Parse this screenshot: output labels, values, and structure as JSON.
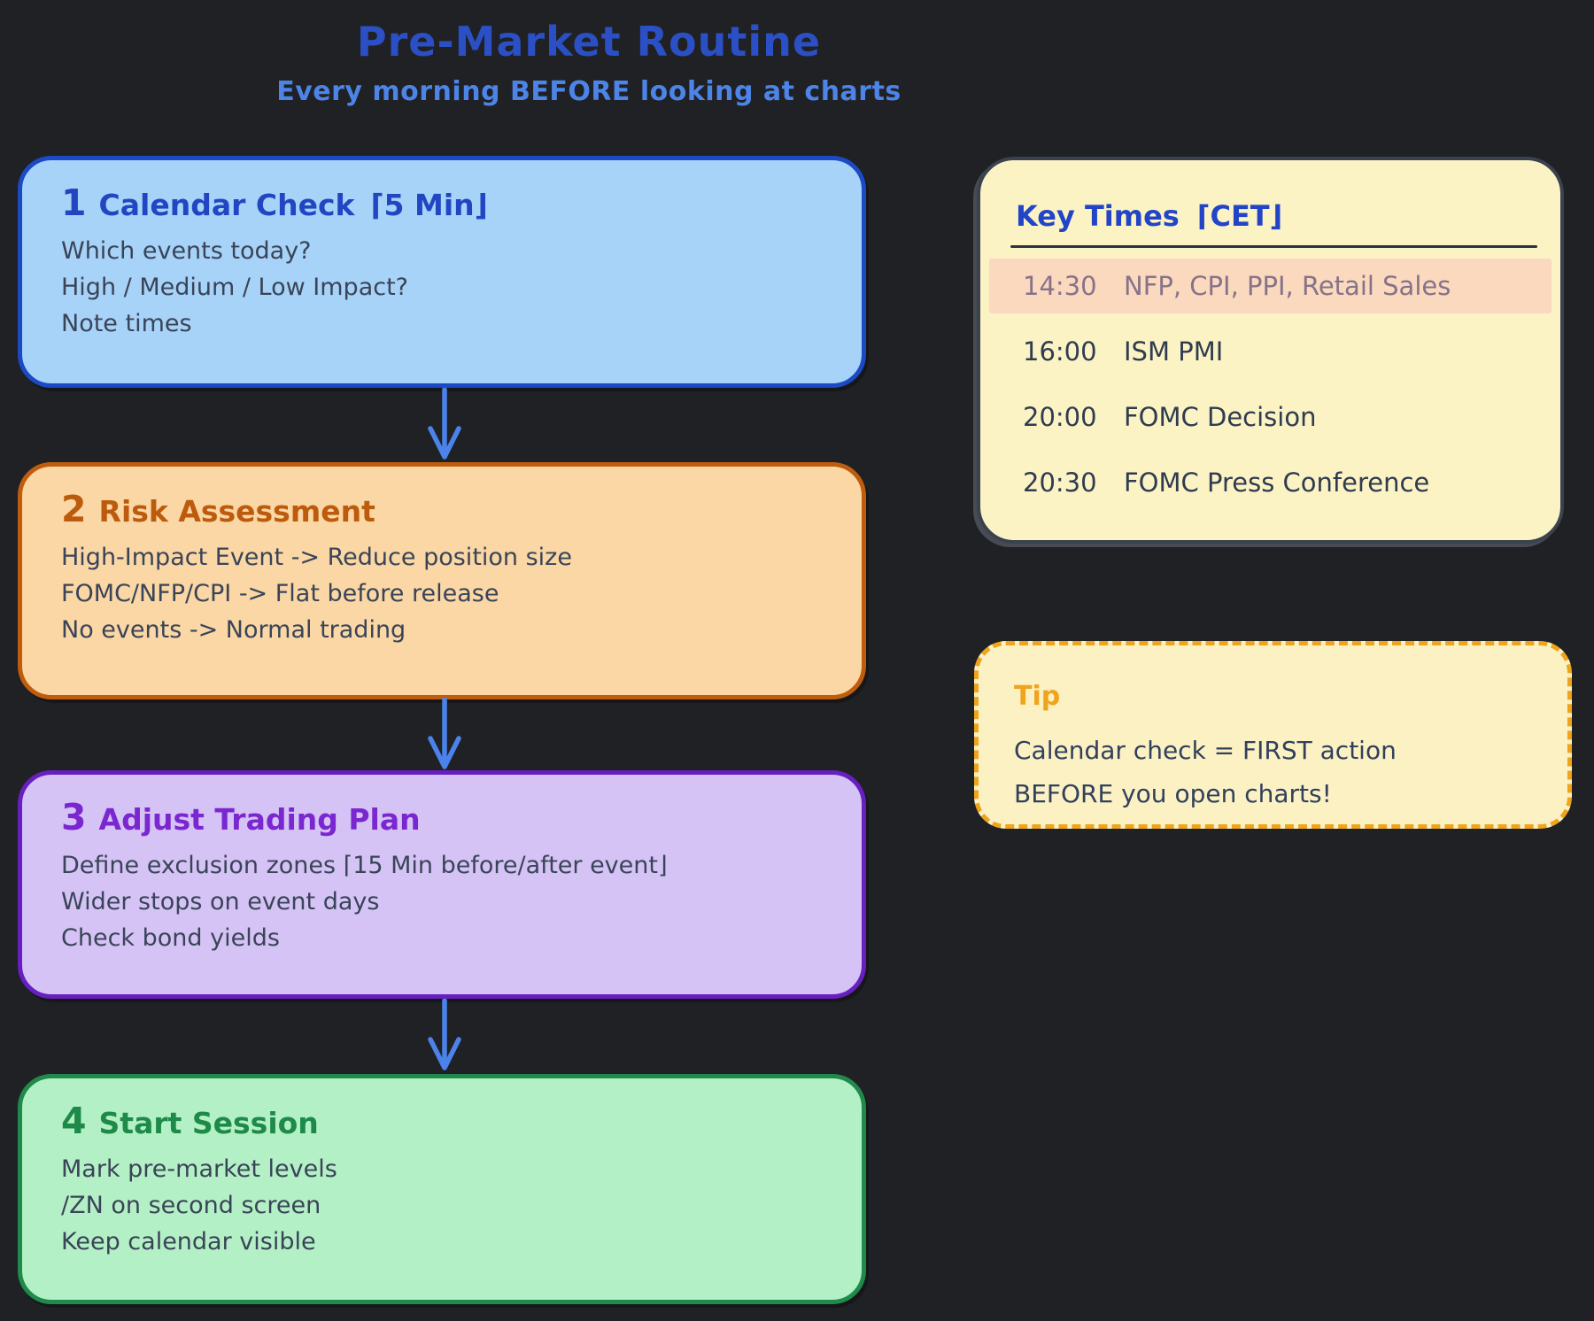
{
  "header": {
    "title": "Pre-Market Routine",
    "subtitle": "Every morning BEFORE looking at charts"
  },
  "flow": {
    "steps": [
      {
        "number": "1",
        "title": "Calendar Check",
        "badge": "⌈5 Min⌋",
        "lines": [
          "Which events today?",
          "High / Medium / Low Impact?",
          "Note times"
        ]
      },
      {
        "number": "2",
        "title": "Risk Assessment",
        "badge": "",
        "lines": [
          "High-Impact Event -> Reduce position size",
          "FOMC/NFP/CPI -> Flat before release",
          "No events -> Normal trading"
        ]
      },
      {
        "number": "3",
        "title": "Adjust Trading Plan",
        "badge": "",
        "lines": [
          "Define exclusion zones ⌈15 Min before/after event⌋",
          "Wider stops on event days",
          "Check bond yields"
        ]
      },
      {
        "number": "4",
        "title": "Start Session",
        "badge": "",
        "lines": [
          "Mark pre-market levels",
          "/ZN on second screen",
          "Keep calendar visible"
        ]
      }
    ]
  },
  "key_times": {
    "title": "Key Times",
    "bracket": "⌈CET⌋",
    "rows": [
      {
        "time": "14:30",
        "event": "NFP, CPI, PPI, Retail Sales",
        "highlighted": true
      },
      {
        "time": "16:00",
        "event": "ISM PMI",
        "highlighted": false
      },
      {
        "time": "20:00",
        "event": "FOMC Decision",
        "highlighted": false
      },
      {
        "time": "20:30",
        "event": "FOMC Press Conference",
        "highlighted": false
      }
    ]
  },
  "tip": {
    "title": "Tip",
    "lines": [
      "Calendar check = FIRST action",
      "BEFORE you open charts!"
    ]
  },
  "colors": {
    "background": "#202124",
    "title_blue": "#2b4fc4",
    "subtitle_blue": "#4c84e8",
    "arrow_blue": "#4b83ea",
    "step1_fill": "#a7d3f8",
    "step1_border": "#1c49c4",
    "step2_fill": "#fad7a4",
    "step2_border": "#bf5d0f",
    "step3_fill": "#d5c3f6",
    "step3_border": "#671fc0",
    "step4_fill": "#b4f0c5",
    "step4_border": "#1f8a4b",
    "panel_fill": "#fcf3c4",
    "panel_border": "#39424e",
    "highlight_bg": "#fad9be",
    "highlight_text": "#877389",
    "tip_accent": "#efa41c",
    "body_text": "#3a4458"
  }
}
